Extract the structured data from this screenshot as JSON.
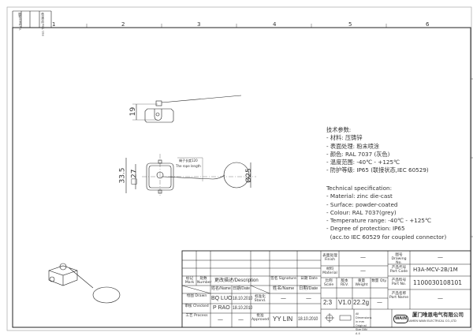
{
  "frame": {
    "zone_numbers": [
      "1",
      "2",
      "3",
      "4",
      "5",
      "6"
    ],
    "corner_labels": [
      "图号/Dwg.No.",
      "借(通)用 Reg. Use"
    ]
  },
  "dimensions": {
    "height_side": "19",
    "height_top": "33.5",
    "square": "□27",
    "ring_dia": "Ø25",
    "rope_cn": "绳子长度120",
    "rope_en": "The rope length"
  },
  "spec_cn": {
    "title": "技术参数:",
    "items": [
      "- 材料: 压铸锌",
      "- 表面处理: 粉末喷涂",
      "- 颜色: RAL 7037 (灰色)",
      "- 温度范围: -40℃ - +125℃",
      "- 防护等级: IP65 (联接状态,IEC 60529)"
    ]
  },
  "spec_en": {
    "title": "Technical specification:",
    "items": [
      "- Material: zinc die-cast",
      "- Surface: powder-coated",
      "- Colour: RAL 7037(grey)",
      "- Temperature range: -40℃ - +125℃",
      "- Degree of protection: IP65",
      "  (acc.to IEC 60529 for coupled connector)"
    ]
  },
  "title_block": {
    "rev_headers": {
      "mark": "标记 Mark",
      "number": "处数 Number",
      "description": "更改描述/Description",
      "signature": "签名 Signature",
      "date": "日期 Date"
    },
    "name_header": "姓名/Name",
    "date_header": "日期/Date",
    "drawn_label": "绘图 Drawn",
    "drawn_name": "BQ LUO",
    "drawn_date": "18.10.2010",
    "stand_label": "标准化 Stand.",
    "stand_name": "—",
    "stand_date": "—",
    "checked_label": "审核 Checked",
    "checked_name": "P RAO",
    "checked_date": "18.10.2010",
    "process_label": "工艺 Process",
    "process_name": "—",
    "process_date": "—",
    "approved_label": "批准 Approved",
    "approved_name": "YY LIN",
    "approved_date": "18.10.2010",
    "finish_label": "表面处理 Finish",
    "finish_value": "—",
    "material_label": "材料 Material",
    "material_value": "—",
    "scale_label": "比例 Scale",
    "scale_value": "2:3",
    "rev_label": "版本 REV.",
    "rev_value": "V1.0",
    "weight_label": "重量 Weight",
    "weight_value": "22.2g",
    "qty_label": "数量 Qty.",
    "qty_value": "—",
    "units_note": "All Dimensions in mm Original Size DIN A 4",
    "drawing_no_label": "图号 Drawing No.",
    "drawing_no_value": "—",
    "part_code_label": "产品代号 Part Code",
    "part_code_value": "H3A-MCV-2B/1M",
    "part_no_label": "产品料号 Part No.",
    "part_no_value": "1100030108101",
    "part_name_label": "产品名称 Part Name",
    "part_name_value": "—",
    "logo_text": "WAIN",
    "company_cn": "厦门唯恩电气有限公司",
    "company_en": "XIAMEN WAIN ELECTRICAL CO.,LTD"
  }
}
